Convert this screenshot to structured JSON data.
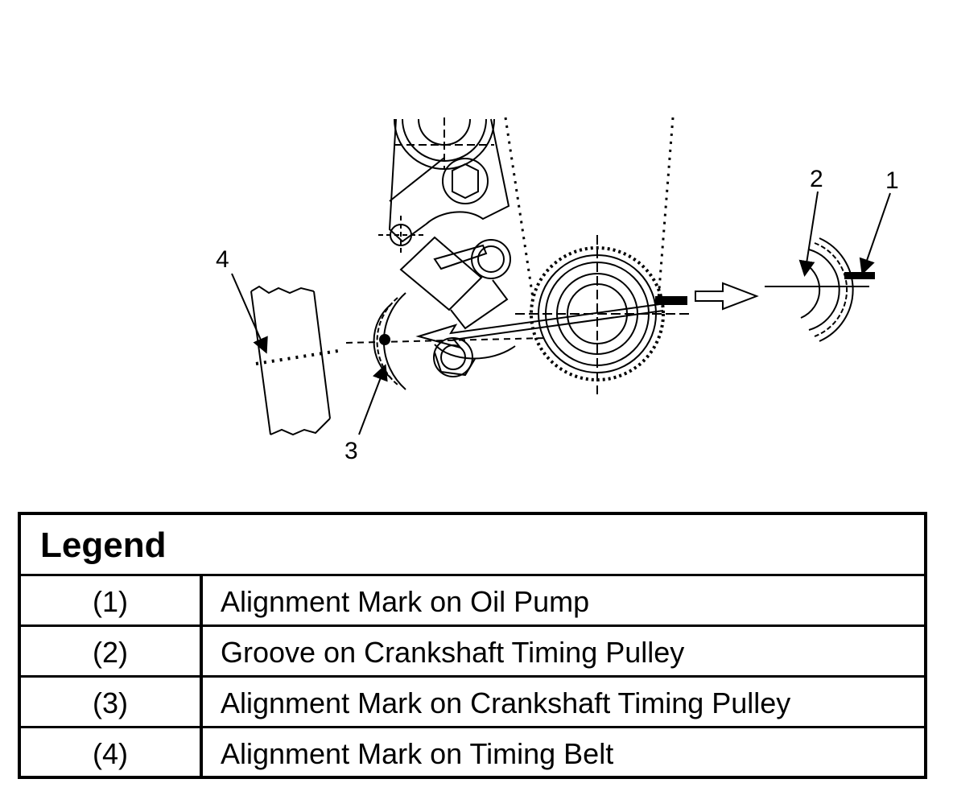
{
  "callouts": [
    "1",
    "2",
    "3",
    "4"
  ],
  "legend": {
    "title": "Legend",
    "rows": [
      {
        "num": "(1)",
        "text": "Alignment Mark on Oil Pump"
      },
      {
        "num": "(2)",
        "text": "Groove on Crankshaft Timing Pulley"
      },
      {
        "num": "(3)",
        "text": "Alignment Mark on Crankshaft Timing Pulley"
      },
      {
        "num": "(4)",
        "text": "Alignment Mark on Timing Belt"
      }
    ]
  }
}
